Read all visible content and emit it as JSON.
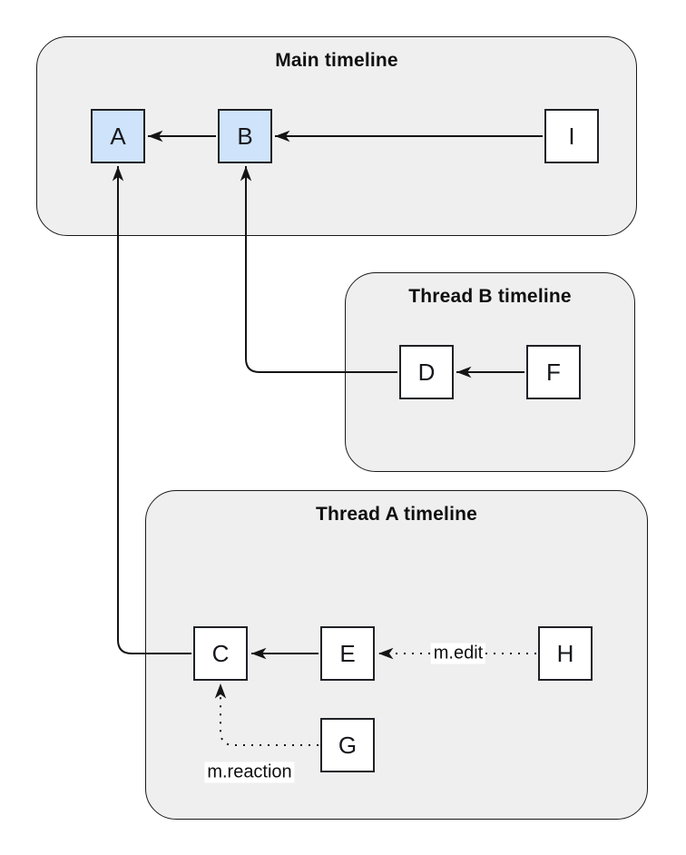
{
  "diagram": {
    "groups": [
      {
        "id": "main",
        "title": "Main timeline"
      },
      {
        "id": "threadB",
        "title": "Thread B timeline"
      },
      {
        "id": "threadA",
        "title": "Thread A timeline"
      }
    ],
    "nodes": [
      {
        "id": "A",
        "label": "A",
        "group": "main",
        "style": "highlighted"
      },
      {
        "id": "B",
        "label": "B",
        "group": "main",
        "style": "highlighted"
      },
      {
        "id": "I",
        "label": "I",
        "group": "main",
        "style": "plain"
      },
      {
        "id": "D",
        "label": "D",
        "group": "threadB",
        "style": "plain"
      },
      {
        "id": "F",
        "label": "F",
        "group": "threadB",
        "style": "plain"
      },
      {
        "id": "C",
        "label": "C",
        "group": "threadA",
        "style": "plain"
      },
      {
        "id": "E",
        "label": "E",
        "group": "threadA",
        "style": "plain"
      },
      {
        "id": "H",
        "label": "H",
        "group": "threadA",
        "style": "plain"
      },
      {
        "id": "G",
        "label": "G",
        "group": "threadA",
        "style": "plain"
      }
    ],
    "edges": [
      {
        "from": "B",
        "to": "A",
        "style": "solid",
        "label": ""
      },
      {
        "from": "I",
        "to": "B",
        "style": "solid",
        "label": ""
      },
      {
        "from": "E",
        "to": "C",
        "style": "solid",
        "label": ""
      },
      {
        "from": "F",
        "to": "D",
        "style": "solid",
        "label": ""
      },
      {
        "from": "D",
        "to": "B",
        "style": "solid",
        "label": ""
      },
      {
        "from": "C",
        "to": "A",
        "style": "solid",
        "label": ""
      },
      {
        "from": "H",
        "to": "E",
        "style": "dotted",
        "label": "m.edit"
      },
      {
        "from": "G",
        "to": "C",
        "style": "dotted",
        "label": "m.reaction"
      }
    ],
    "colors": {
      "group_fill": "#efefef",
      "group_stroke": "#1a1a1a",
      "node_fill": "#ffffff",
      "highlight_fill": "#cfe3fb",
      "node_stroke": "#1f2126",
      "edge_stroke": "#141414",
      "background": "#ffffff"
    }
  }
}
